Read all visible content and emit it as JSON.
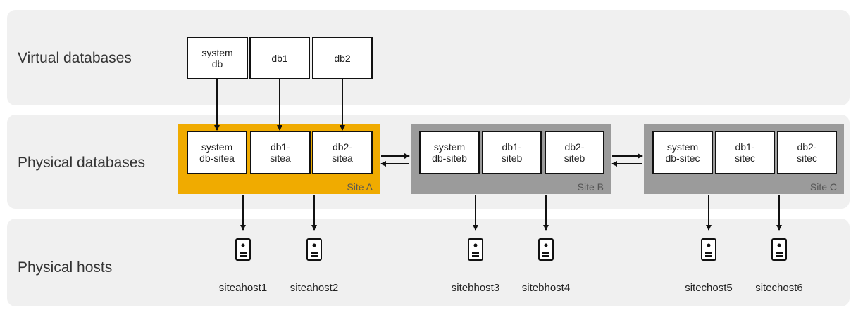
{
  "bands": {
    "virtual": "Virtual databases",
    "physical": "Physical databases",
    "hosts": "Physical hosts"
  },
  "virtual_dbs": [
    "system\ndb",
    "db1",
    "db2"
  ],
  "sites": [
    {
      "label": "Site A",
      "color": "#f0ab00",
      "dbs": [
        "system\ndb-sitea",
        "db1-\nsitea",
        "db2-\nsitea"
      ]
    },
    {
      "label": "Site B",
      "color": "#9b9b9b",
      "dbs": [
        "system\ndb-siteb",
        "db1-\nsiteb",
        "db2-\nsiteb"
      ]
    },
    {
      "label": "Site  C",
      "color": "#9b9b9b",
      "dbs": [
        "system\ndb-sitec",
        "db1-\nsitec",
        "db2-\nsitec"
      ]
    }
  ],
  "hosts": [
    "siteahost1",
    "siteahost2",
    "sitebhost3",
    "sitebhost4",
    "sitechost5",
    "sitechost6"
  ],
  "icons": {
    "host": "server-icon"
  }
}
